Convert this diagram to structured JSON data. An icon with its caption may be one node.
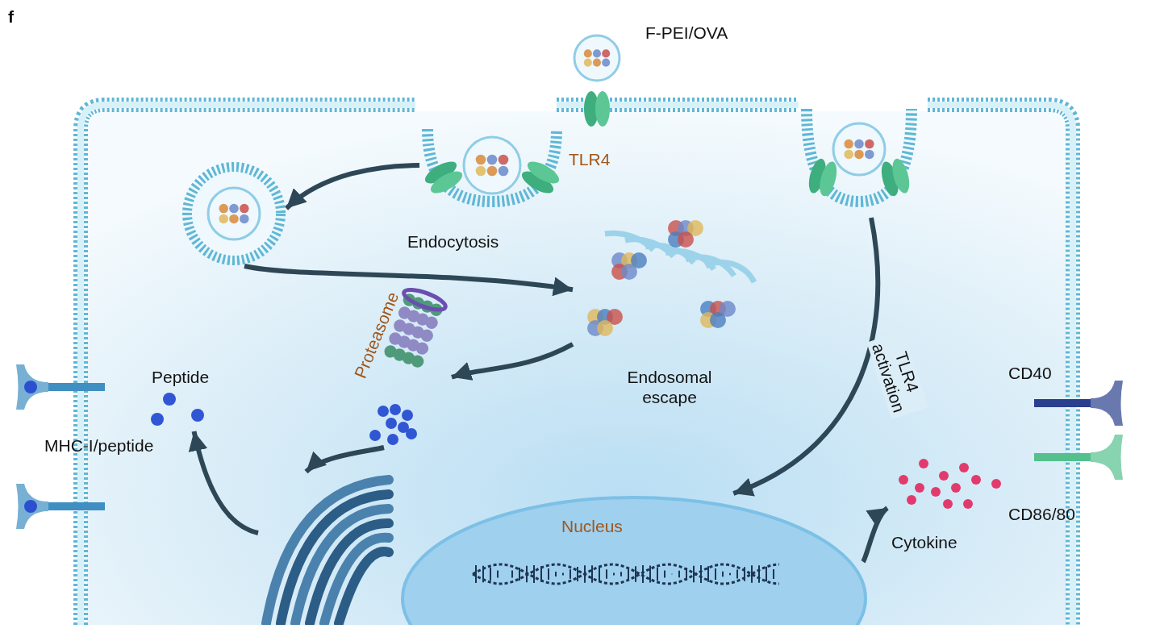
{
  "diagram": {
    "nodes": [
      {
        "text": [],
        "shape": "picture",
        "beside": [
          "F-PEI/OVA"
        ]
      },
      {
        "text": [],
        "shape": "picture"
      },
      {
        "text": [],
        "shape": "picture"
      },
      {
        "text": [],
        "shape": "picture"
      },
      {
        "text": [
          "Endosomal escape"
        ]
      },
      {
        "text": [
          "Proteasome"
        ]
      },
      {
        "text": [],
        "shape": "picture"
      },
      {
        "text": [],
        "shape": "picture"
      },
      {
        "text": [
          "Peptide"
        ]
      },
      {
        "text": [
          "Nucleus"
        ]
      },
      {
        "text": [
          "Cytokine"
        ]
      }
    ],
    "edges": [
      {
        "from": 1,
        "to": 3,
        "arrow": "to"
      },
      {
        "from": 3,
        "to": 4,
        "arrow": "to"
      },
      {
        "from": 4,
        "to": 5,
        "arrow": "to"
      },
      {
        "from": 6,
        "to": 7,
        "arrow": "to"
      },
      {
        "from": 7,
        "to": 8,
        "arrow": "to"
      },
      {
        "from": 2,
        "to": 9,
        "arrow": "to",
        "label": "TLR4 activation"
      },
      {
        "from": 9,
        "to": 10,
        "arrow": "to"
      }
    ],
    "labels": [
      "f",
      "TLR4",
      "Endocytosis",
      "MHC-I/peptide",
      "CD40",
      "CD86/80"
    ]
  }
}
